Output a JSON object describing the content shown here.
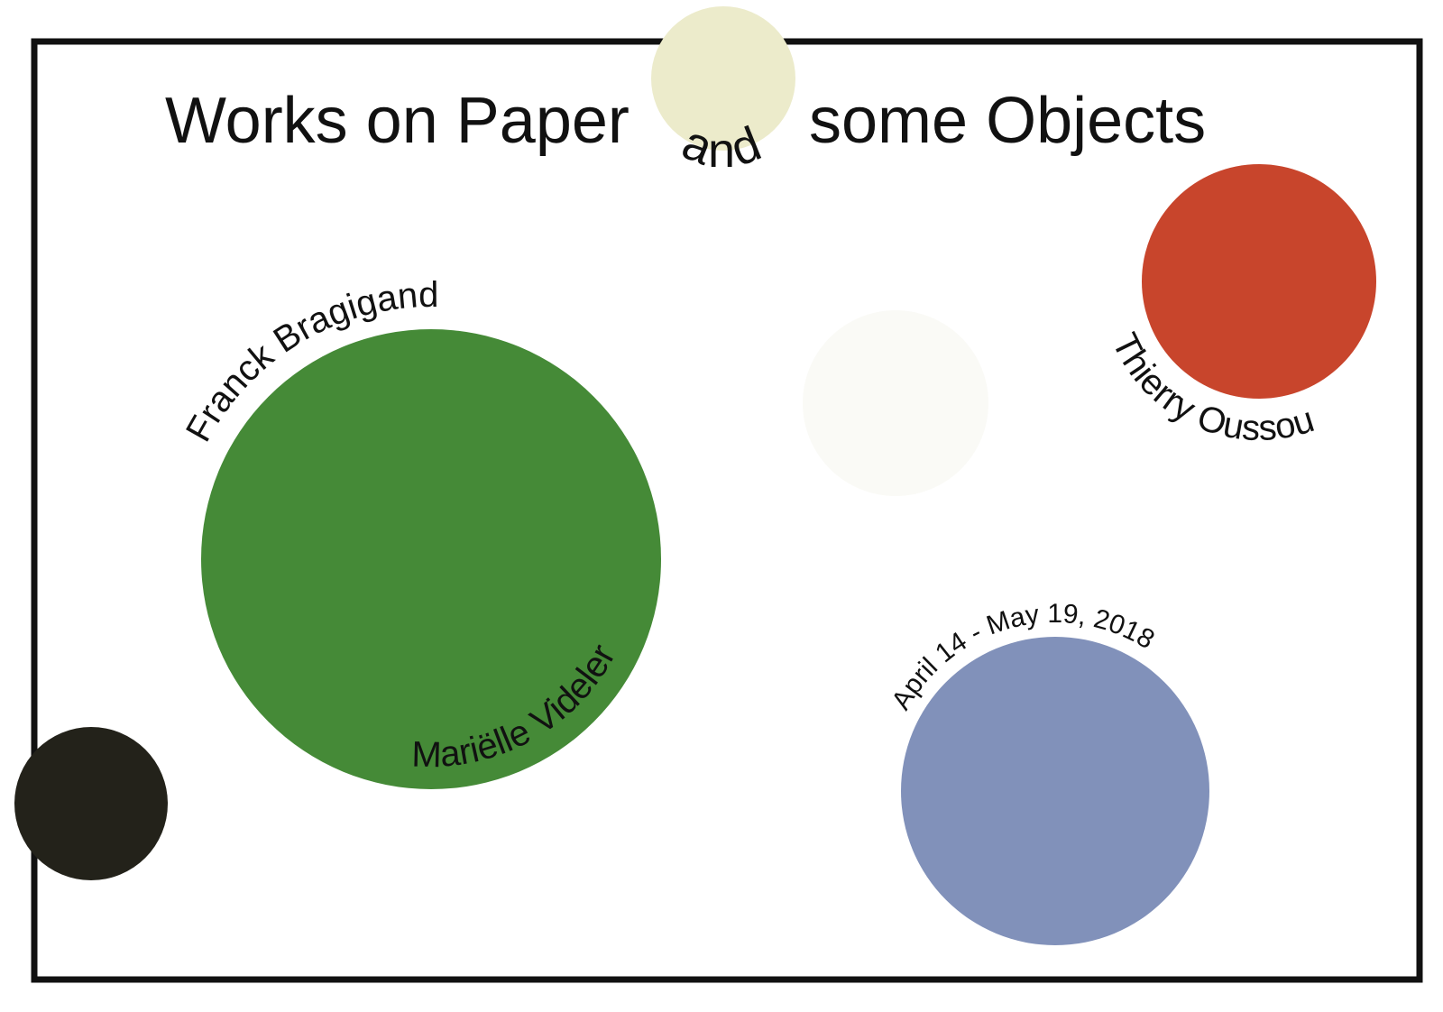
{
  "poster": {
    "title_left": "Works on Paper",
    "title_and": "and",
    "title_right": "some Objects",
    "artists": {
      "franck": "Franck Bragigand",
      "marielle": "Mariëlle Videler",
      "thierry": "Thierry Oussou"
    },
    "dates": "April 14 - May 19, 2018"
  },
  "colors": {
    "frame": "#111111",
    "cream_dot": "#ecebcb",
    "red_dot": "#c8452c",
    "green_dot": "#458a37",
    "black_dot": "#23221a",
    "blue_dot": "#8191ba",
    "pale_dot": "#fafaf6"
  }
}
